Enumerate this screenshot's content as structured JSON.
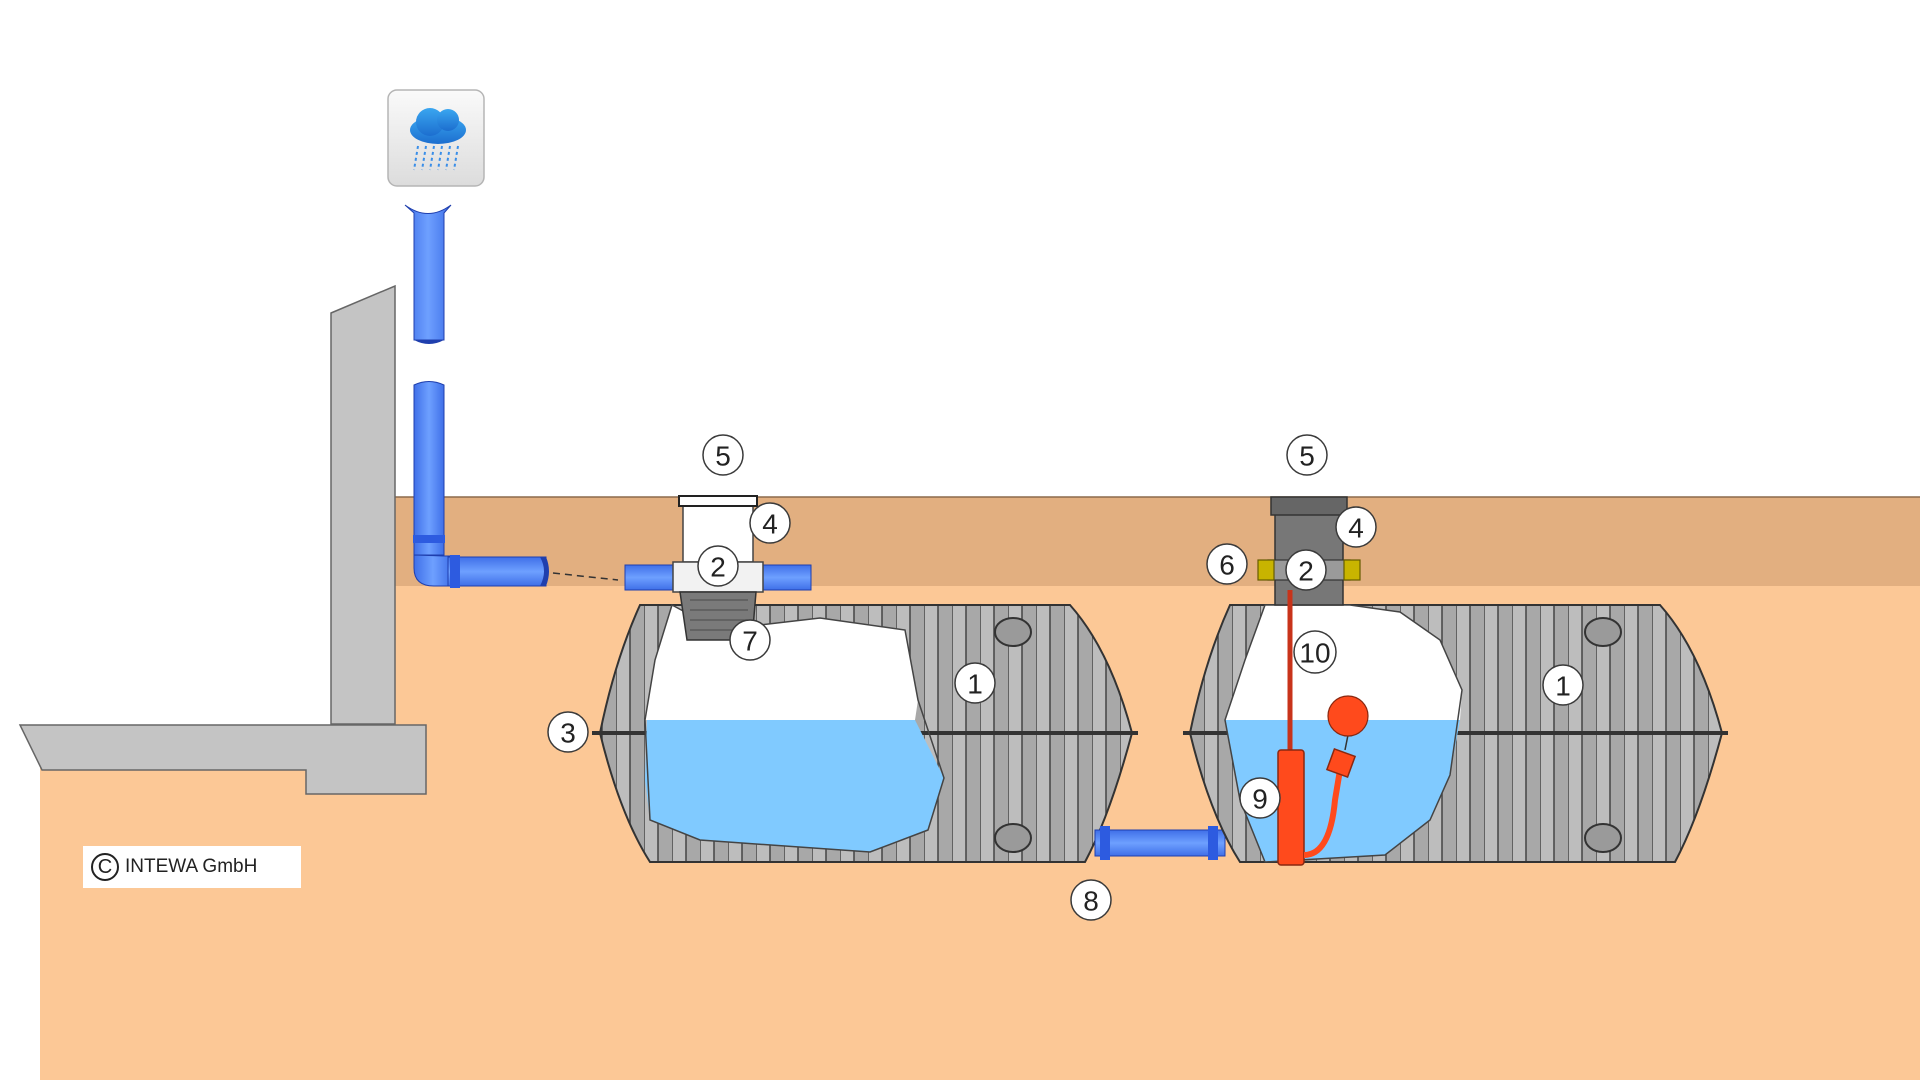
{
  "diagram": {
    "copyright_symbol": "C",
    "copyright_text": "INTEWA GmbH",
    "colors": {
      "soil": "#fcc896",
      "topsoil": "#e2af80",
      "concrete": "#c4c4c4",
      "tank_body": "#a6a6a6",
      "water": "#80caff",
      "pipe": "#5b8ff9",
      "pump": "#ff4a1c",
      "adapter": "#c8b400"
    },
    "callouts": [
      {
        "id": "tank-1-left",
        "label": "1"
      },
      {
        "id": "tank-1-right",
        "label": "1"
      },
      {
        "id": "connector-2-left",
        "label": "2"
      },
      {
        "id": "connector-2-right",
        "label": "2"
      },
      {
        "id": "tank-joint-3",
        "label": "3"
      },
      {
        "id": "extension-4-left",
        "label": "4"
      },
      {
        "id": "extension-4-right",
        "label": "4"
      },
      {
        "id": "cover-5-left",
        "label": "5"
      },
      {
        "id": "cover-5-right",
        "label": "5"
      },
      {
        "id": "adapter-6",
        "label": "6"
      },
      {
        "id": "filter-7",
        "label": "7"
      },
      {
        "id": "connection-pipe-8",
        "label": "8"
      },
      {
        "id": "pump-9",
        "label": "9"
      },
      {
        "id": "float-hose-10",
        "label": "10"
      }
    ],
    "icons": {
      "rain": "rain-cloud-icon"
    }
  }
}
